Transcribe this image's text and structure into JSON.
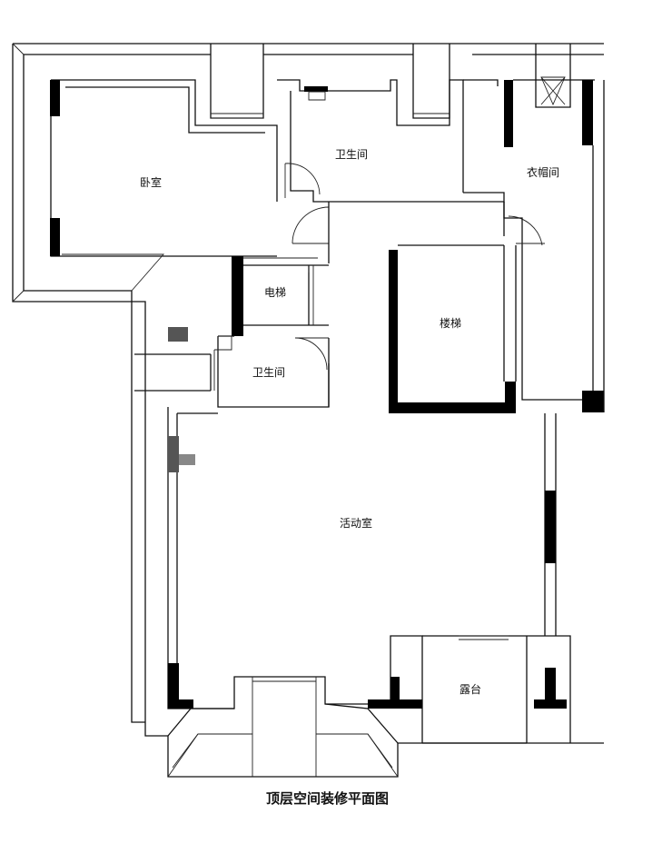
{
  "title": "顶层空间装修平面图",
  "subtitle": "",
  "rooms": {
    "bedroom": "卧室",
    "bathroom_top": "卫生间",
    "cloakroom": "衣帽间",
    "elevator": "电梯",
    "stairs": "楼梯",
    "bathroom_mid": "卫生间",
    "activity_room": "活动室",
    "terrace": "露台"
  },
  "colors": {
    "wall": "#111111",
    "background": "#ffffff"
  }
}
